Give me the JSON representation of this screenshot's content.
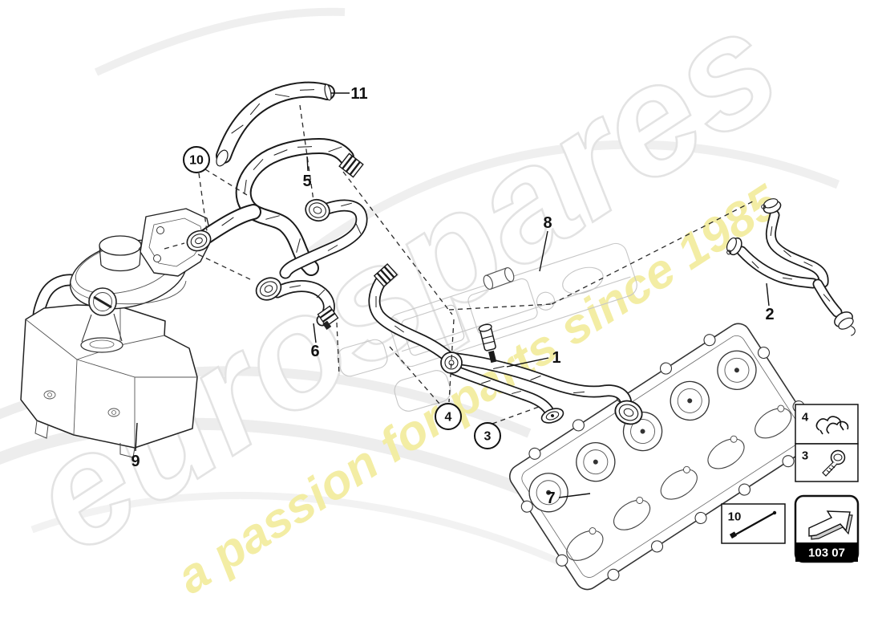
{
  "page": {
    "background": "#ffffff"
  },
  "watermark": {
    "brand": "eurospares",
    "tagline": "a passion for parts since 1985",
    "brand_fill": "#ffffff",
    "brand_outline": "#e3e3e3",
    "tagline_color": "#f3eda0",
    "swoosh_color": "#ededed"
  },
  "diagram": {
    "line_color": "#1a1a1a",
    "ghost_color": "#c6c6c6",
    "callouts": {
      "c1": "1",
      "c2": "2",
      "c3": "3",
      "c4": "4",
      "c5": "5",
      "c6": "6",
      "c7": "7",
      "c8": "8",
      "c9": "9",
      "c10": "10",
      "c11": "11"
    }
  },
  "legend": {
    "clip_label": "4",
    "screw_label": "3",
    "tie_label": "10",
    "part_group_code": "103 07",
    "band_color": "#000000",
    "code_text_color": "#ffffff"
  }
}
